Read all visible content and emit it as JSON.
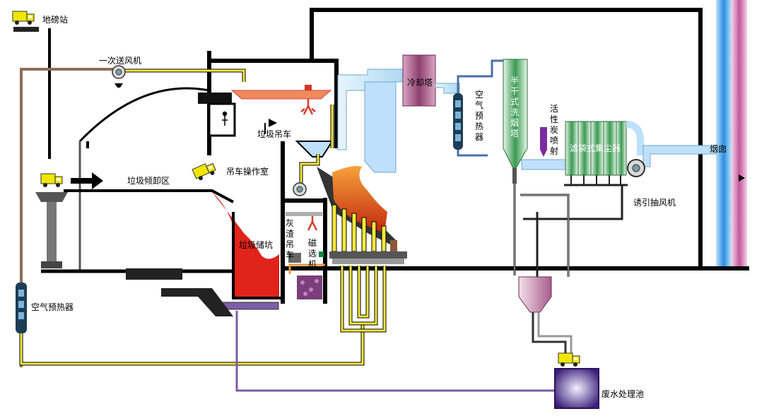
{
  "labels": {
    "weighbridge": "地磅站",
    "primary_fan": "一次送风机",
    "garbage_crane": "垃圾吊车",
    "dump_area": "垃圾倾卸区",
    "crane_room": "吊车操作室",
    "pit": "垃圾储坑",
    "air_preheater_left": "空气预热器",
    "cooling_tower": "冷却塔",
    "air_preheater_mid": "空气预热器",
    "scrubber": "半干式洗烟塔",
    "activated_carbon": "活性炭喷射",
    "bag_filter": "滤袋式集尘器",
    "chimney": "烟囱",
    "id_fan": "诱引抽风机",
    "ash_crane": "灰渣吊车",
    "magnetic_sep": "磁选机",
    "wastewater": "废水处理池"
  },
  "colors": {
    "building": "#000000",
    "pipe_air": "#f2e93b",
    "pipe_flue": "#cfe8f6",
    "pipe_water": "#7b5ea7",
    "duct_brown": "#8b6f5a",
    "pit_fill": "#e0231b",
    "cooling_tower": "#a0577f",
    "truck": "#f2e600",
    "chimney_blue": "#2a8fe0",
    "chimney_pink": "#d07ab0"
  },
  "icons": [
    "truck-icon",
    "fan-icon",
    "grab-icon",
    "arrow-icon",
    "operator-icon"
  ]
}
